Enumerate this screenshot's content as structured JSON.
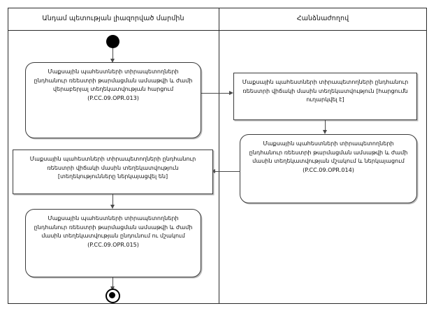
{
  "diagram": {
    "type": "uml-activity-diagram",
    "lanes": [
      {
        "id": "member-state",
        "title": "Անդամ պետության լիազորված մարմին"
      },
      {
        "id": "commission",
        "title": "Հանձնաժողով"
      }
    ],
    "nodes": [
      {
        "id": "start",
        "kind": "initial-node",
        "lane": "member-state",
        "label": ""
      },
      {
        "id": "opr-013",
        "kind": "action",
        "shape": "rounded",
        "lane": "member-state",
        "text": "Մաքսային պահեստների տիրապետողների ընդհանուր ռեեստրի թարմացման ամսաթվի և ժամի վերաբերյալ տեղեկատվության հարցում (P.CC.09.OPR.013)",
        "code": "P.CC.09.OPR.013"
      },
      {
        "id": "info-request-sent",
        "kind": "object",
        "shape": "square",
        "lane": "commission",
        "text": "Մաքսային պահեստների տիրապետողների ընդհանուր ռեեստրի վիճակի մասին տեղեկատվություն [հարցումն ուղարկվել է]",
        "state": "[հարցումն ուղարկվել է]"
      },
      {
        "id": "opr-014",
        "kind": "action",
        "shape": "rounded",
        "lane": "commission",
        "text": "Մաքսային պահեստների տիրապետողների ընդհանուր ռեեստրի թարմացման ամսաթվի և ժամի մասին տեղեկատվության մշակում և ներկայացում (P.CC.09.OPR.014)",
        "code": "P.CC.09.OPR.014"
      },
      {
        "id": "info-presented",
        "kind": "object",
        "shape": "square",
        "lane": "member-state",
        "text": "Մաքսային պահեստների տիրապետողների  ընդհանուր ռեեստրի վիճակի մասին տեղեկատվություն [տեղեկությունները ներկայացվել են]",
        "state": "[տեղեկությունները ներկայացվել են]"
      },
      {
        "id": "opr-015",
        "kind": "action",
        "shape": "rounded",
        "lane": "member-state",
        "text": "Մաքսային պահեստների տիրապետողների ընդհանուր ռեեստրի թարմացման ամսաթվի և ժամի մասին տեղեկատվության ընդունում ու մշակում (P.CC.09.OPR.015)",
        "code": "P.CC.09.OPR.015"
      },
      {
        "id": "end",
        "kind": "final-node",
        "lane": "member-state",
        "label": ""
      }
    ],
    "edges": [
      {
        "from": "start",
        "to": "opr-013",
        "direction": "down"
      },
      {
        "from": "opr-013",
        "to": "info-request-sent",
        "direction": "right"
      },
      {
        "from": "info-request-sent",
        "to": "opr-014",
        "direction": "down"
      },
      {
        "from": "opr-014",
        "to": "info-presented",
        "direction": "left"
      },
      {
        "from": "info-presented",
        "to": "opr-015",
        "direction": "down"
      },
      {
        "from": "opr-015",
        "to": "end",
        "direction": "down"
      }
    ],
    "colors": {
      "line": "#3a3a3a",
      "fill": "#ffffff",
      "text": "#111111"
    }
  }
}
